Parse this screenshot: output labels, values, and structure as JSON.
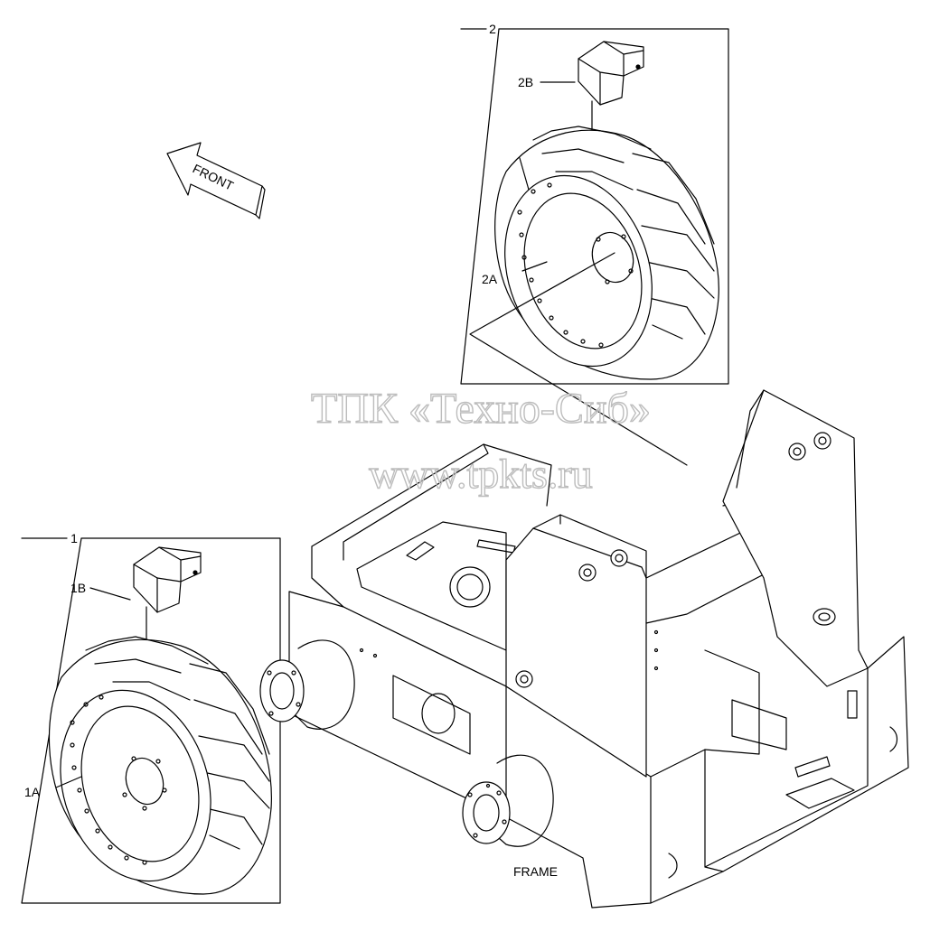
{
  "labels": {
    "callout_2": "2",
    "callout_2b": "2B",
    "callout_2a": "2A",
    "callout_1": "1",
    "callout_1b": "1B",
    "callout_1a": "1A",
    "front_arrow": "FRONT",
    "frame": "FRAME"
  },
  "watermark": {
    "line1": "ТПК «Техно-Сиб»",
    "line2": "www.tpkts.ru"
  },
  "colors": {
    "line": "#000000",
    "watermark": "#bdbdbd",
    "background": "#ffffff"
  }
}
